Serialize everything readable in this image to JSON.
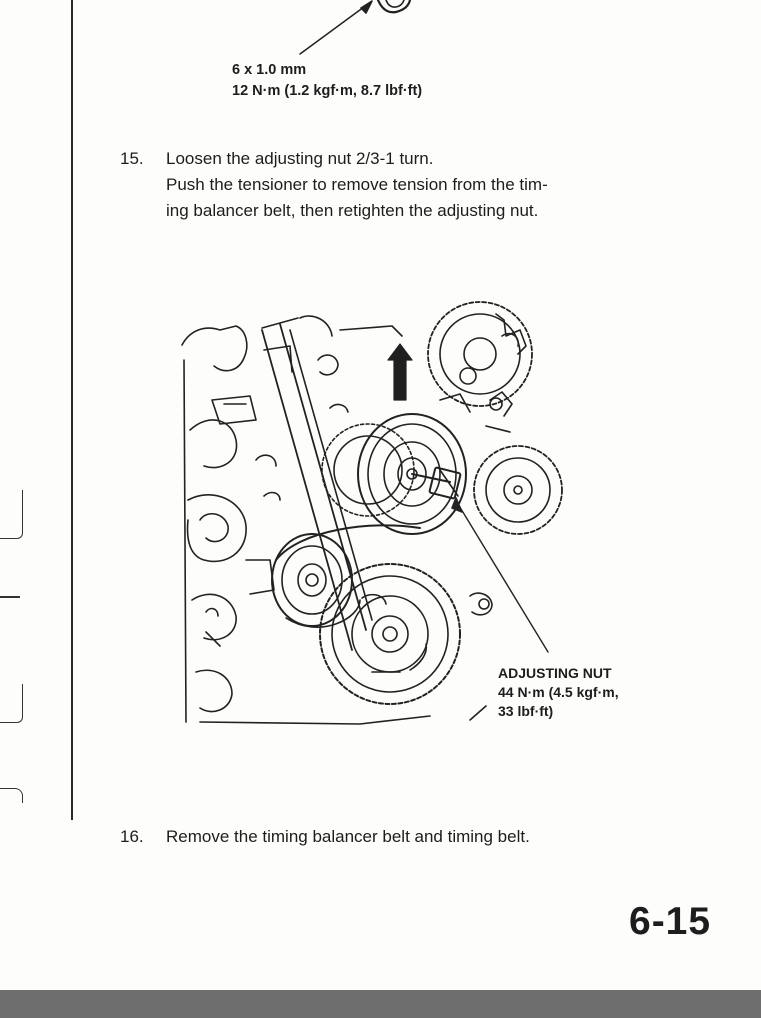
{
  "top_spec": {
    "line1": "6 x 1.0 mm",
    "line2": "12 N·m (1.2 kgf·m, 8.7 lbf·ft)"
  },
  "steps": [
    {
      "number": "15.",
      "lines": [
        "Loosen the adjusting nut 2/3-1 turn.",
        "Push the tensioner to remove tension from the tim-",
        "ing balancer belt, then retighten the adjusting nut."
      ]
    },
    {
      "number": "16.",
      "lines": [
        "Remove the timing balancer belt and timing belt."
      ]
    }
  ],
  "illustration": {
    "callout": {
      "line1": "ADJUSTING NUT",
      "line2": "44 N·m (4.5 kgf·m,",
      "line3": "33 lbf·ft)"
    }
  },
  "page_number": "6-15"
}
